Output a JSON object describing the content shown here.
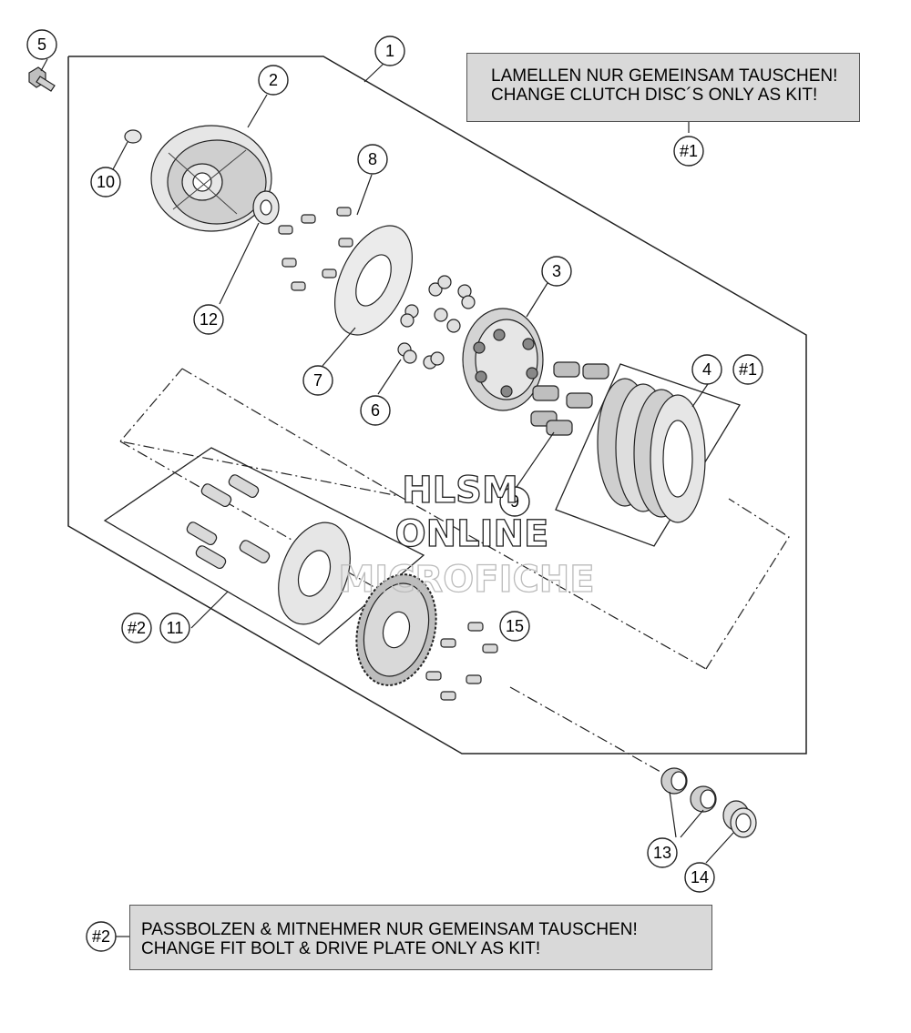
{
  "notes": {
    "kit1_line1": "LAMELLEN NUR GEMEINSAM TAUSCHEN!",
    "kit1_line2": "CHANGE CLUTCH DISC´S ONLY AS KIT!",
    "kit2_line1": "PASSBOLZEN & MITNEHMER NUR GEMEINSAM TAUSCHEN!",
    "kit2_line2": "CHANGE FIT BOLT & DRIVE PLATE ONLY AS KIT!"
  },
  "callouts": {
    "c1": "1",
    "c2": "2",
    "c3": "3",
    "c4": "4",
    "c5": "5",
    "c6": "6",
    "c7": "7",
    "c8": "8",
    "c9": "9",
    "c10": "10",
    "c11": "11",
    "c12": "12",
    "c13": "13",
    "c14": "14",
    "c15": "15",
    "kit1_ref_note": "#1",
    "kit1_ref_part4": "#1",
    "kit2_ref_part11": "#2",
    "kit2_ref_note": "#2"
  },
  "watermark": {
    "line1": "HLSM",
    "line2": "ONLINE",
    "line3": "MICROFICHE"
  },
  "colors": {
    "note_fill": "#d9d9d9",
    "line": "#222222",
    "part_fill": "#bfbfbf"
  }
}
